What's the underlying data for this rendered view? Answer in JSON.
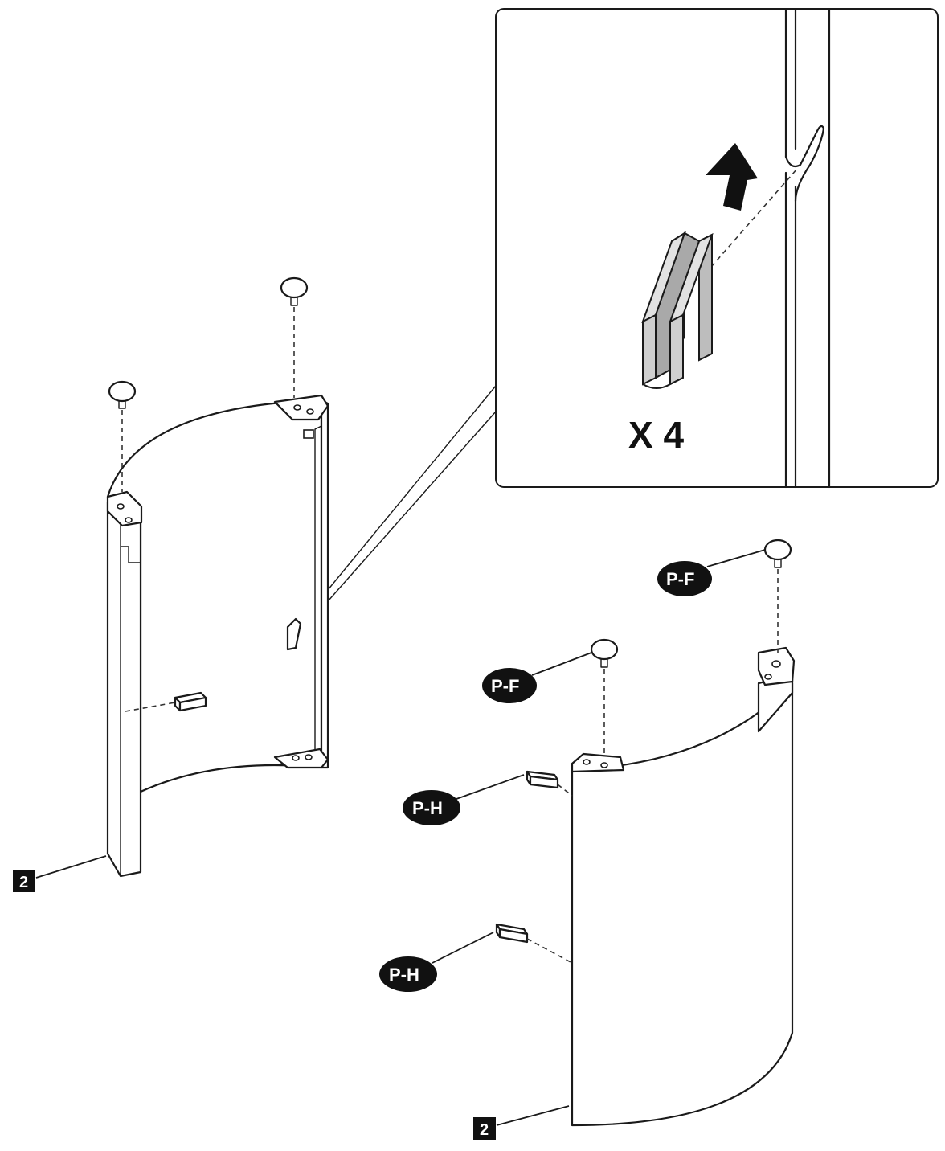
{
  "detail": {
    "quantity": "X 4"
  },
  "labels": {
    "pf": "P-F",
    "ph": "P-H",
    "part_number": "2"
  },
  "colors": {
    "line": "#1a1a1a",
    "clip_fill": "#c8c8c8",
    "callout_fill": "#111111"
  }
}
